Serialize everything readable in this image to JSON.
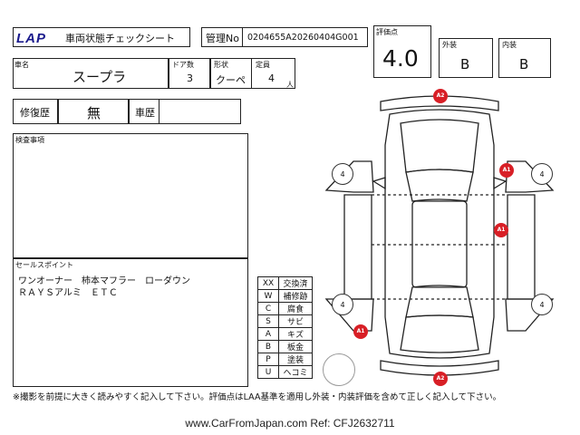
{
  "header": {
    "logo": "LAP",
    "sheet_title": "車両状態チェックシート",
    "mgmt_label": "管理No",
    "mgmt_value": "0204655A20260404G001"
  },
  "score": {
    "label": "評価点",
    "value": "4.0",
    "exterior_label": "外装",
    "exterior_value": "B",
    "interior_label": "内装",
    "interior_value": "B"
  },
  "vehicle": {
    "name_label": "車名",
    "name_value": "スープラ",
    "doors_label": "ドア数",
    "doors_value": "3",
    "shape_label": "形状",
    "shape_value": "クーペ",
    "capacity_label": "定員",
    "capacity_value": "4",
    "capacity_unit": "人"
  },
  "history": {
    "repair_label": "修復歴",
    "repair_value": "無",
    "record_label": "車歴",
    "record_value": ""
  },
  "inspection": {
    "label": "検査事項",
    "text": ""
  },
  "sales_points": {
    "label": "セールスポイント",
    "line1": "ワンオーナー　柿本マフラー　ローダウン",
    "line2": "ＲＡＹＳアルミ　ＥＴＣ"
  },
  "legend": [
    {
      "code": "XX",
      "name": "交換済"
    },
    {
      "code": "W",
      "name": "補修跡"
    },
    {
      "code": "C",
      "name": "腐食"
    },
    {
      "code": "S",
      "name": "サビ"
    },
    {
      "code": "A",
      "name": "キズ"
    },
    {
      "code": "B",
      "name": "板金"
    },
    {
      "code": "P",
      "name": "塗装"
    },
    {
      "code": "U",
      "name": "ヘコミ"
    }
  ],
  "diagram": {
    "marks": [
      "A2",
      "A1",
      "A1",
      "A1",
      "A2"
    ],
    "wheel_labels": [
      "4",
      "4",
      "4",
      "4"
    ]
  },
  "note": "※撮影を前提に大きく読みやすく記入して下さい。評価点はLAA基準を適用し外装・内装評価を含めて正しく記入して下さい。",
  "footer": "www.CarFromJapan.com Ref: CFJ2632711",
  "colors": {
    "damage_mark": "#d81f26",
    "logo": "#1a1a8c"
  }
}
